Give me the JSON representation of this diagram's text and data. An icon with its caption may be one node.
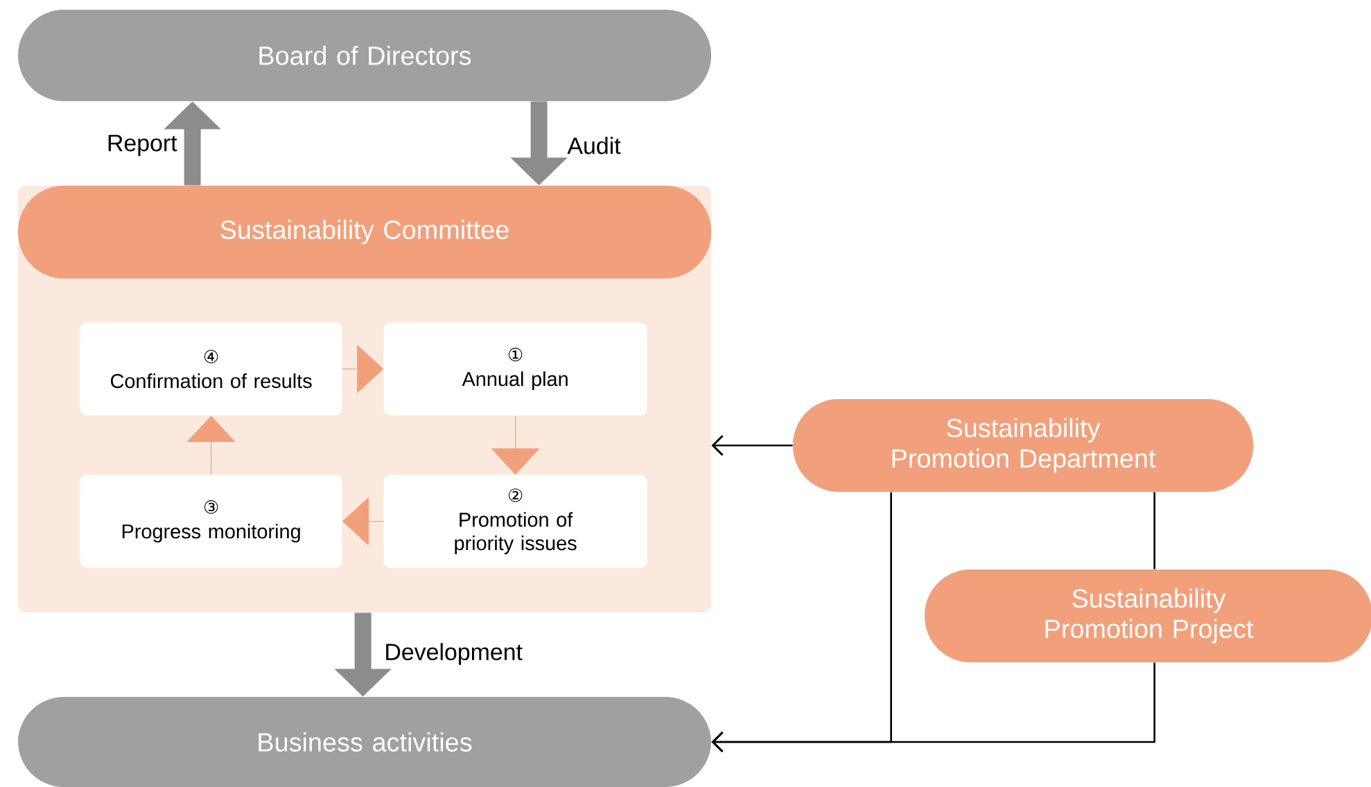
{
  "diagram": {
    "nodes": [
      {
        "text": [
          "Board of Directors"
        ]
      },
      {
        "text": [
          "Sustainability Committee"
        ]
      },
      {
        "text": [
          "④",
          "Confirmation of results"
        ],
        "in": 1
      },
      {
        "text": [
          "①",
          "Annual plan"
        ],
        "in": 1
      },
      {
        "text": [
          "③",
          "Progress monitoring"
        ],
        "in": 1
      },
      {
        "text": [
          "②",
          "Promotion of priority issues"
        ],
        "in": 1
      },
      {
        "text": [
          "Sustainability Promotion Department"
        ]
      },
      {
        "text": [
          "Sustainability Promotion Project"
        ]
      },
      {
        "text": [
          "Business activities"
        ]
      }
    ],
    "edges": [
      {
        "from": 1,
        "to": 0,
        "arrow": "to",
        "label": "Report",
        "style": "thick",
        "color": "#8c8c8c"
      },
      {
        "from": 0,
        "to": 1,
        "arrow": "to",
        "label": "Audit",
        "style": "thick",
        "color": "#8c8c8c"
      },
      {
        "from": 2,
        "to": 3,
        "arrow": "to",
        "color": "#f2a07b"
      },
      {
        "from": 3,
        "to": 5,
        "arrow": "to",
        "color": "#f2a07b"
      },
      {
        "from": 5,
        "to": 4,
        "arrow": "to",
        "color": "#f2a07b"
      },
      {
        "from": 4,
        "to": 2,
        "arrow": "to",
        "color": "#f2a07b"
      },
      {
        "from": 6,
        "to": 1,
        "arrow": "to",
        "color": "#000000"
      },
      {
        "from": 1,
        "to": 8,
        "arrow": "to",
        "label": "Development",
        "style": "thick",
        "color": "#8c8c8c"
      },
      {
        "from": 6,
        "to": 8,
        "arrow": "to",
        "color": "#000000"
      },
      {
        "from": 7,
        "to": 8,
        "arrow": "to",
        "color": "#000000"
      },
      {
        "from": 6,
        "to": 7,
        "arrow": "none",
        "color": "#000000"
      }
    ]
  }
}
